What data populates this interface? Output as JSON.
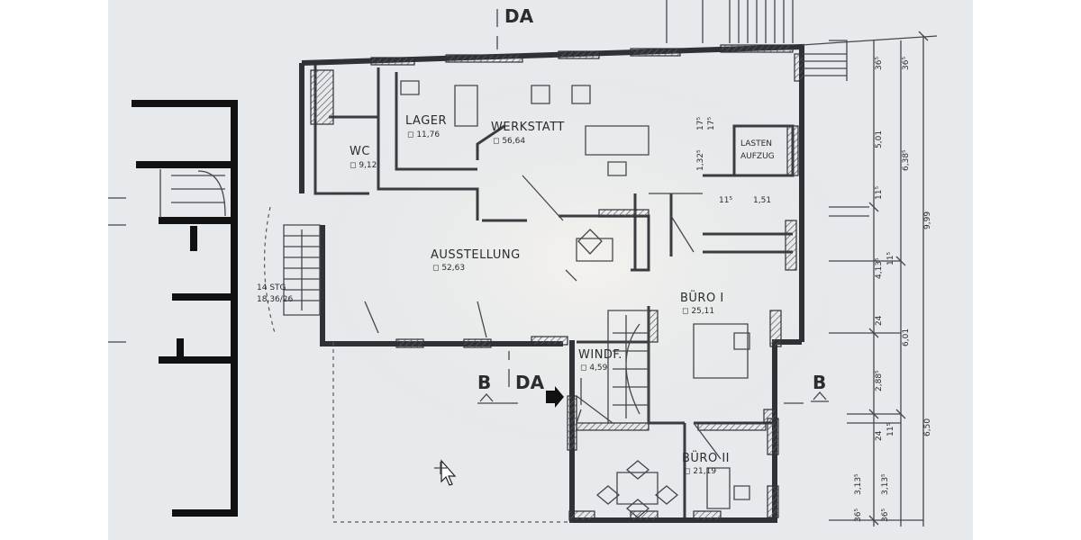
{
  "rooms": {
    "lager": {
      "name": "LAGER",
      "area": "◻ 11,76"
    },
    "werkstatt": {
      "name": "WERKSTATT",
      "area": "◻ 56,64"
    },
    "wc": {
      "name": "WC",
      "area": "◻ 9,12"
    },
    "lastenaufzug": {
      "line1": "LASTEN",
      "line2": "AUFZUG"
    },
    "ausstellung": {
      "name": "AUSSTELLUNG",
      "area": "◻ 52,63"
    },
    "buero1": {
      "name": "BÜRO I",
      "area": "◻ 25,11"
    },
    "windf": {
      "name": "WINDF.",
      "area": "◻ 4,59"
    },
    "buero2": {
      "name": "BÜRO II",
      "area": "◻ 21,19"
    }
  },
  "stair": {
    "line1": "14 STG",
    "line2": "18,36/26"
  },
  "section_marks": {
    "da_top": "DA",
    "da_mid": "DA",
    "b_left": "B",
    "b_right": "B"
  },
  "dimensions": {
    "top_a": "36⁵",
    "top_b": "36⁵",
    "d_501": "5,01",
    "d_638": "6,38⁵",
    "d_999": "9,99",
    "d_11a": "11⁵",
    "d_413": "4,13⁵",
    "d_11b": "11⁵",
    "d_24a": "24",
    "d_601": "6,01",
    "d_288": "2,88⁵",
    "d_24b": "24",
    "d_11c": "11⁵",
    "d_650": "6,50",
    "d_313a": "3,13⁵",
    "d_313b": "3,13⁵",
    "d_365a": "36⁵",
    "d_365b": "36⁵",
    "aufzug_175a": "17⁵",
    "aufzug_175b": "17⁵",
    "aufzug_132": "1,32⁵",
    "aufzug_115": "11⁵",
    "aufzug_151": "1,51"
  },
  "colors": {
    "paper": "#eceff1",
    "line": "#2f3136",
    "black": "#111111"
  },
  "icons": [
    "move-cursor-icon",
    "entrance-arrow-icon"
  ]
}
